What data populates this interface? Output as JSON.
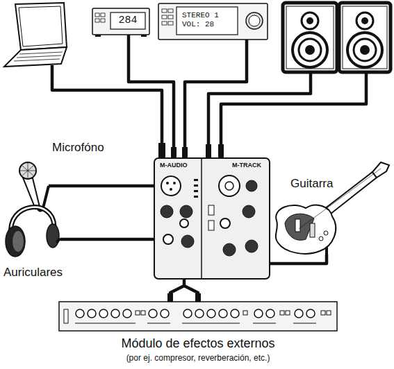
{
  "diagram": {
    "nodes": [
      {
        "text": [
          "284"
        ]
      },
      {
        "text": [
          "STEREO 1 VOL: 28"
        ]
      },
      {
        "text": [
          "Microfóno"
        ]
      },
      {
        "text": [
          "M-AUDIO",
          "M-TRACK"
        ]
      },
      {
        "text": [
          "Guitarra"
        ]
      },
      {
        "text": [
          "Auriculares"
        ]
      },
      {
        "text": [
          "Módulo de efectos externos",
          "(por ej. compresor, reverberación, etc.)"
        ]
      }
    ],
    "edges": [
      {
        "from": 0,
        "to": 3,
        "arrow": "none"
      },
      {
        "from": 1,
        "to": 3,
        "arrow": "none"
      },
      {
        "from": 2,
        "to": 3,
        "arrow": "none"
      },
      {
        "from": 4,
        "to": 3,
        "arrow": "none"
      },
      {
        "from": 3,
        "to": 5,
        "arrow": "none"
      },
      {
        "from": 3,
        "to": 6,
        "arrow": "none"
      }
    ]
  }
}
